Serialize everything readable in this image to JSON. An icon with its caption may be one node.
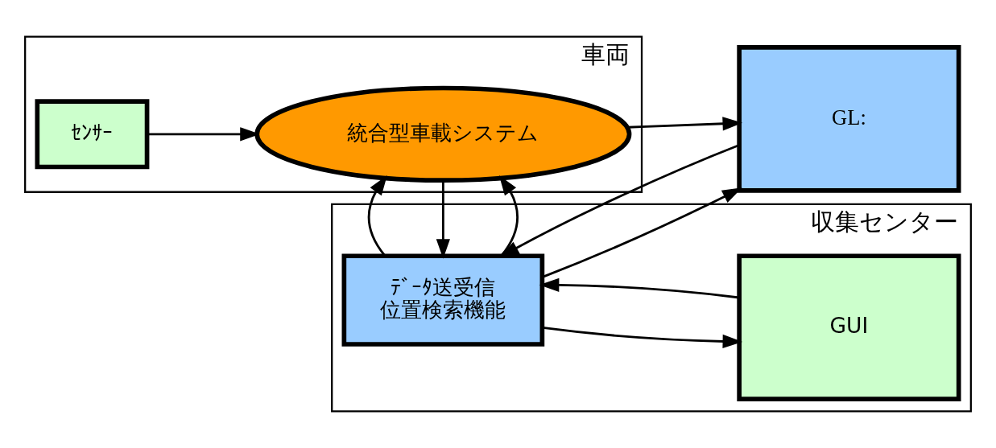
{
  "diagram": {
    "nodes": [
      {
        "text": [
          "車両"
        ]
      },
      {
        "text": [
          "ｾﾝｻｰ"
        ],
        "in": 0
      },
      {
        "text": [
          "統合型車載システム"
        ],
        "in": 0
      },
      {
        "text": [
          "収集センター"
        ]
      },
      {
        "text": [
          "ﾃﾞｰﾀ送受信",
          "位置検索機能"
        ],
        "in": 3
      },
      {
        "text": [
          "GUI"
        ],
        "in": 3
      },
      {
        "text": [
          "GL:"
        ]
      }
    ],
    "edges": [
      {
        "from": 1,
        "to": 2,
        "arrow": "to"
      },
      {
        "from": 4,
        "to": 2,
        "arrow": "to"
      },
      {
        "from": 2,
        "to": 4,
        "arrow": "to"
      },
      {
        "from": 4,
        "to": 2,
        "arrow": "to"
      },
      {
        "from": 5,
        "to": 4,
        "arrow": "to"
      },
      {
        "from": 4,
        "to": 5,
        "arrow": "to"
      },
      {
        "from": 2,
        "to": 6,
        "arrow": "to"
      },
      {
        "from": 4,
        "to": 6,
        "arrow": "to"
      },
      {
        "from": 6,
        "to": 4,
        "arrow": "to"
      }
    ]
  }
}
